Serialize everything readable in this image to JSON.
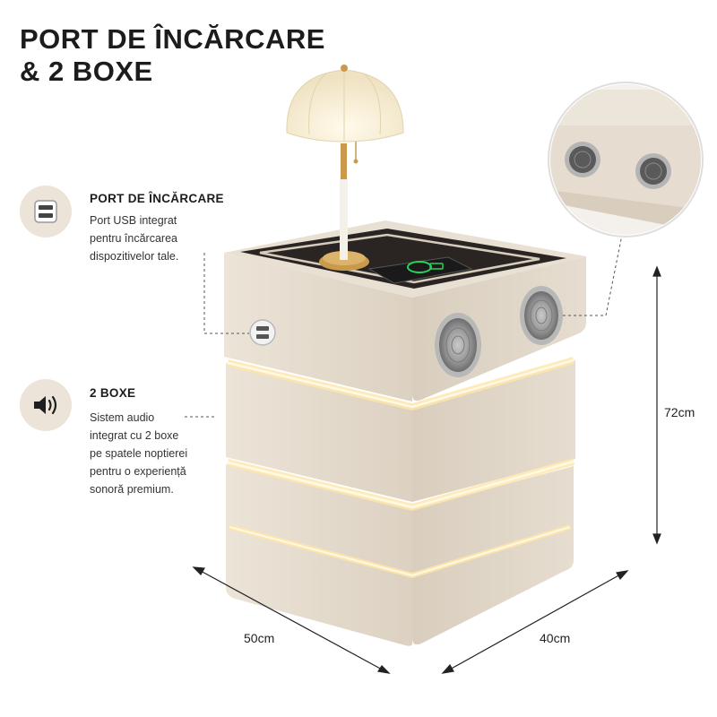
{
  "title": {
    "line1": "PORT DE ÎNCĂRCARE",
    "line2": "& 2 BOXE"
  },
  "features": [
    {
      "icon": "usb-port-icon",
      "title": "PORT DE ÎNCĂRCARE",
      "desc": [
        "Port USB integrat",
        "pentru încărcarea",
        "dispozitivelor tale."
      ]
    },
    {
      "icon": "speaker-icon",
      "title": "2 BOXE",
      "desc": [
        "Sistem audio",
        "integrat cu 2 boxe",
        "pe spatele noptierei",
        "pentru o experiență",
        "sonoră premium."
      ]
    }
  ],
  "dimensions": {
    "height": "72cm",
    "width": "50cm",
    "depth": "40cm"
  },
  "colors": {
    "cabinet": "#e6ddd0",
    "glow": "#ffe9b8",
    "accent_text": "#1c1c1c",
    "icon_bg": "#ece4d8"
  }
}
